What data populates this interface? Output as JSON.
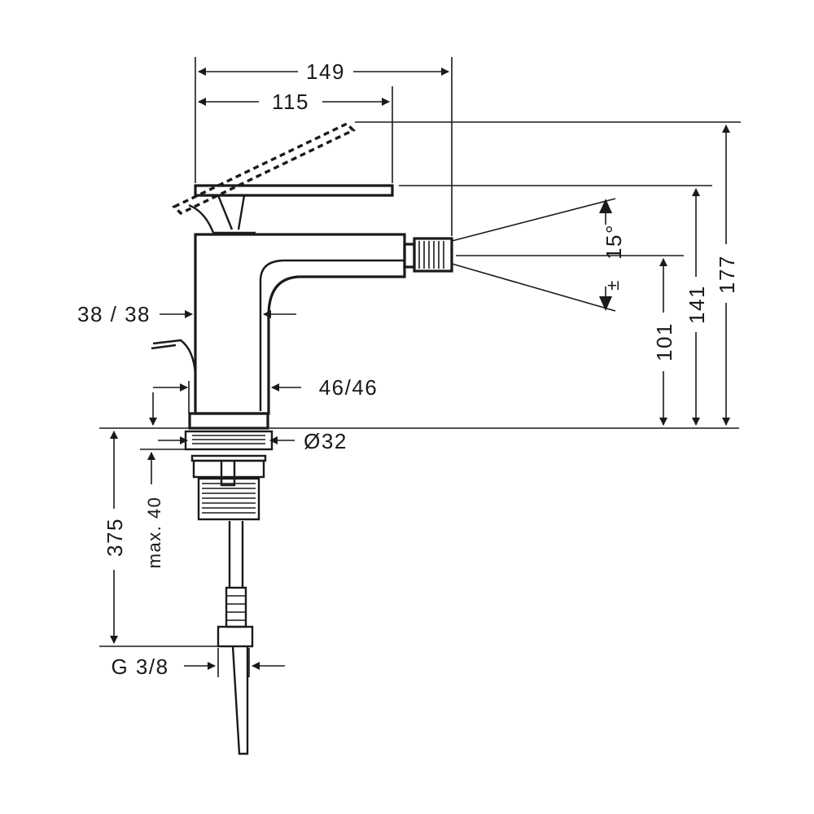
{
  "dimensions": {
    "width_total": "149",
    "width_lever": "115",
    "height_total": "177",
    "height_lever": "141",
    "height_outlet": "101",
    "angle": "15°",
    "angle_pm": "±",
    "body_width_top": "38 / 38",
    "body_width_base": "46/46",
    "hole_diameter": "Ø32",
    "below_counter": "375",
    "max_thickness": "max. 40",
    "connection": "G 3/8"
  }
}
